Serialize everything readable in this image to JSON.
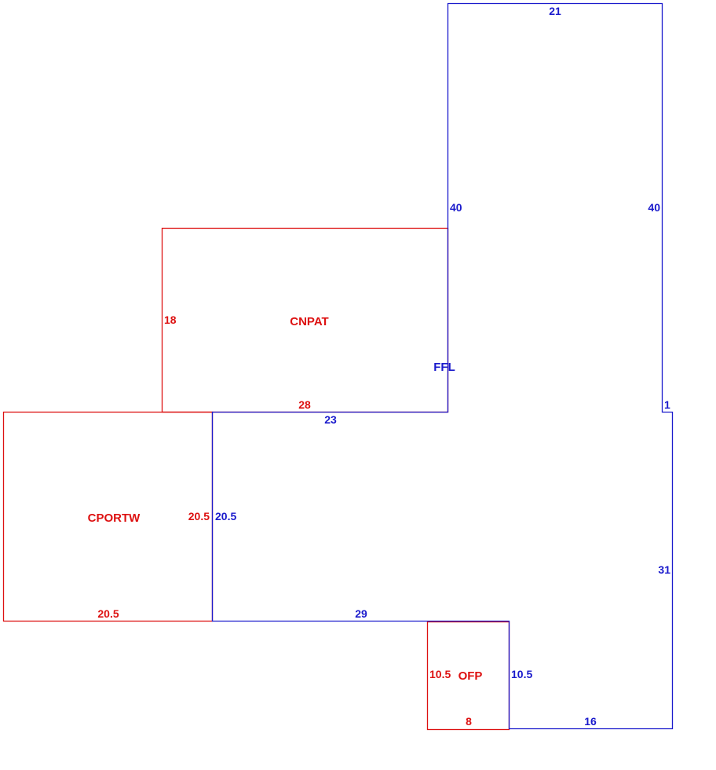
{
  "colors": {
    "living": "#1a1acc",
    "addition": "#dd1111",
    "background": "#ffffff"
  },
  "living_area": {
    "label": "FFL",
    "dims": {
      "top": "21",
      "upper_left": "40",
      "upper_right": "40",
      "jog": "1",
      "step_top": "23",
      "left": "20.5",
      "right": "31",
      "bottom_mid": "29",
      "notch": "10.5",
      "bottom_right": "16"
    }
  },
  "areas": [
    {
      "id": "cnpat",
      "label": "CNPAT",
      "dims": {
        "side": "18",
        "bottom": "28"
      }
    },
    {
      "id": "cportw",
      "label": "CPORTW",
      "dims": {
        "side": "20.5",
        "bottom": "20.5"
      }
    },
    {
      "id": "ofp",
      "label": "OFP",
      "dims": {
        "side": "10.5",
        "bottom": "8"
      }
    }
  ]
}
